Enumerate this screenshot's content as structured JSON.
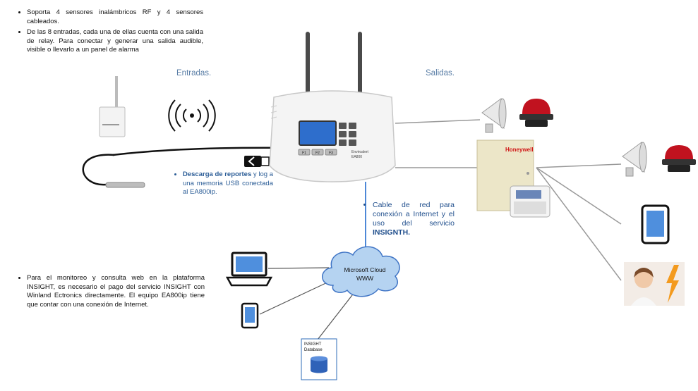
{
  "top_notes": [
    "Soporta 4 sensores inalámbricos RF y 4 sensores cableados.",
    "De las 8 entradas, cada una de ellas cuenta con una salida de relay. Para conectar y generar una salida audible, visible o llevarlo a un panel de alarma"
  ],
  "inputs_heading": "Entradas.",
  "outputs_heading": "Salidas.",
  "usb_note": {
    "bold": "Descarga de reportes",
    "rest": " y log a una memoria USB conectada al EA800ip."
  },
  "network_note": {
    "text": "Cable de red para conexión a Internet y el uso del servicio ",
    "bold": "INSIGNTH."
  },
  "bottom_note": "Para el monitoreo y consulta web en la plataforma INSIGHT, es necesario el pago del servicio INSIGHT con Winland Ectronics directamente. El equipo EA800ip tiene que contar con una  conexión de Internet.",
  "cloud": {
    "line1": "Microsoft Cloud",
    "line2": "WWW"
  },
  "database": {
    "line1": "INSIGHT",
    "line2": "Database"
  },
  "device": {
    "brand": "Enviroalert",
    "model": "EA800",
    "keys": [
      "F1",
      "F2",
      "F3"
    ]
  },
  "panel_brand": "Honeywell"
}
